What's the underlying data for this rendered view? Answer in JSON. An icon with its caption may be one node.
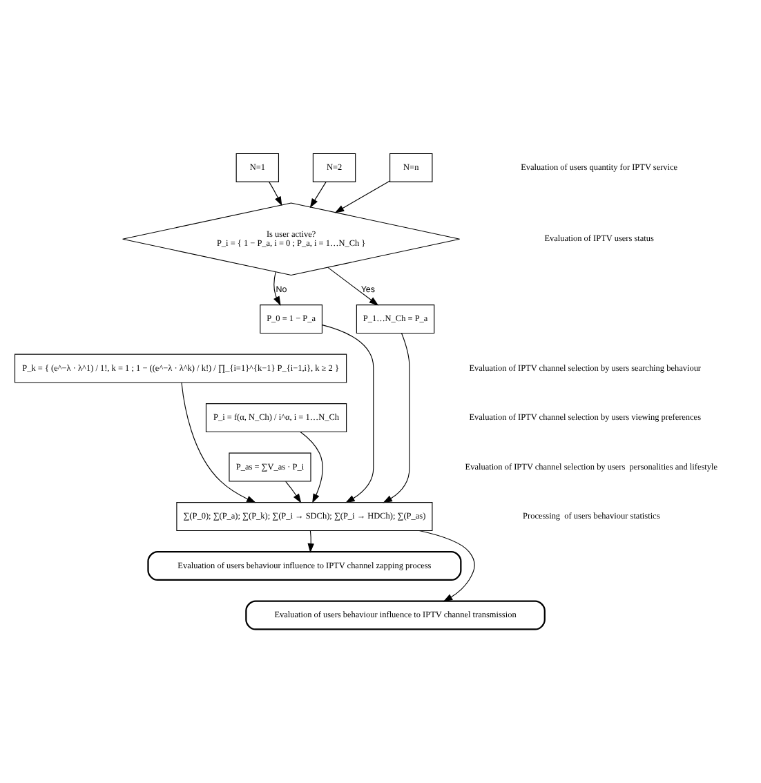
{
  "diagram": {
    "nodes": [
      {
        "text": [
          "N=1"
        ]
      },
      {
        "text": [
          "N=2"
        ]
      },
      {
        "text": [
          "N=n"
        ]
      },
      {
        "text": [
          "Is user active?",
          "P_i = { 1 − P_a, i = 0 ; P_a, i = 1…N_Ch }"
        ]
      },
      {
        "text": [
          "P_0 = 1 − P_a"
        ]
      },
      {
        "text": [
          "P_1…N_Ch = P_a"
        ]
      },
      {
        "text": [
          "P_k = { (e^−λ · λ^1) / 1!, k = 1 ; 1 − ((e^−λ · λ^k) / k!) / ∏_{i=1}^{k−1} P_{i−1,i}, k ≥ 2 }"
        ]
      },
      {
        "text": [
          "P_i = f(α, N_Ch) / i^α, i = 1…N_Ch"
        ]
      },
      {
        "text": [
          "P_as = ∑V_as · P_i"
        ]
      },
      {
        "text": [
          "∑(P_0); ∑(P_a); ∑(P_k); ∑(P_i → SDCh); ∑(P_i → HDCh); ∑(P_as)"
        ]
      },
      {
        "text": [
          "Evaluation of users behaviour influence to IPTV channel zapping process"
        ]
      },
      {
        "text": [
          "Evaluation of users behaviour influence to IPTV channel transmission"
        ]
      }
    ],
    "edges": [
      {
        "from": 0,
        "to": 3,
        "arrow": "to"
      },
      {
        "from": 1,
        "to": 3,
        "arrow": "to"
      },
      {
        "from": 2,
        "to": 3,
        "arrow": "to"
      },
      {
        "from": 3,
        "to": 4,
        "arrow": "to",
        "label": "No"
      },
      {
        "from": 3,
        "to": 5,
        "arrow": "to",
        "label": "Yes"
      },
      {
        "from": 4,
        "to": 9,
        "arrow": "to"
      },
      {
        "from": 5,
        "to": 9,
        "arrow": "to"
      },
      {
        "from": 6,
        "to": 9,
        "arrow": "to"
      },
      {
        "from": 7,
        "to": 9,
        "arrow": "to"
      },
      {
        "from": 8,
        "to": 9,
        "arrow": "to"
      },
      {
        "from": 9,
        "to": 10,
        "arrow": "to"
      },
      {
        "from": 9,
        "to": 11,
        "arrow": "to"
      }
    ],
    "labels": [
      "Evaluation of users quantity for IPTV service",
      "Evaluation of IPTV users status",
      "Evaluation of IPTV channel selection by users searching behaviour",
      "Evaluation of IPTV channel selection by users viewing preferences",
      "Evaluation of IPTV channel selection by users  personalities and lifestyle",
      "Processing  of users behaviour statistics"
    ]
  }
}
